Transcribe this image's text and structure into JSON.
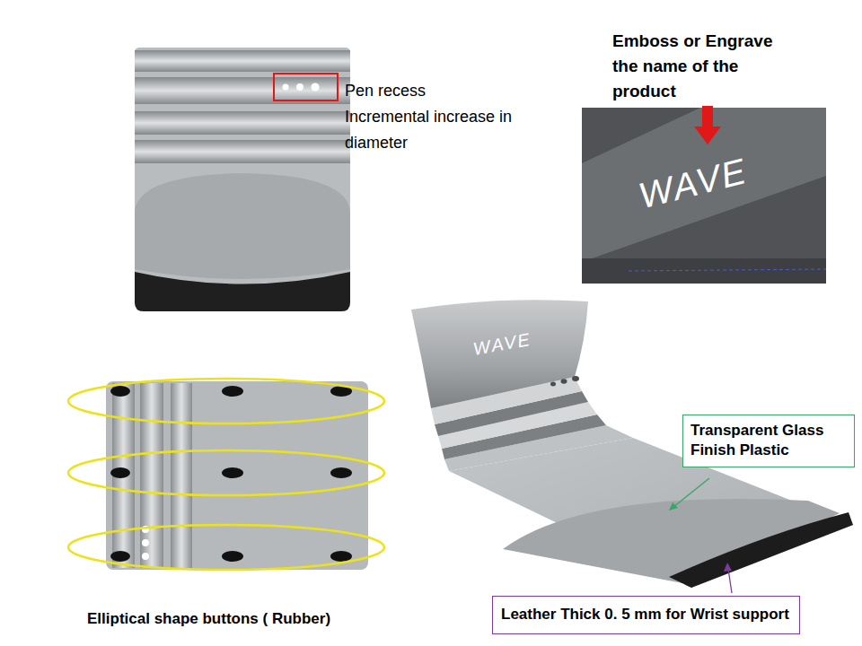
{
  "diagram": {
    "nodes": [
      {
        "text": [
          "Transparent Glass Finish Plastic"
        ]
      },
      {
        "text": [
          "Leather Thick 0. 5 mm for Wrist support"
        ]
      }
    ],
    "labels": [
      "Emboss or Engrave the name of the product",
      "Pen recess",
      "Incremental increase in diameter",
      "WAVE",
      "WAVE",
      "Elliptical shape buttons ( Rubber)"
    ]
  }
}
